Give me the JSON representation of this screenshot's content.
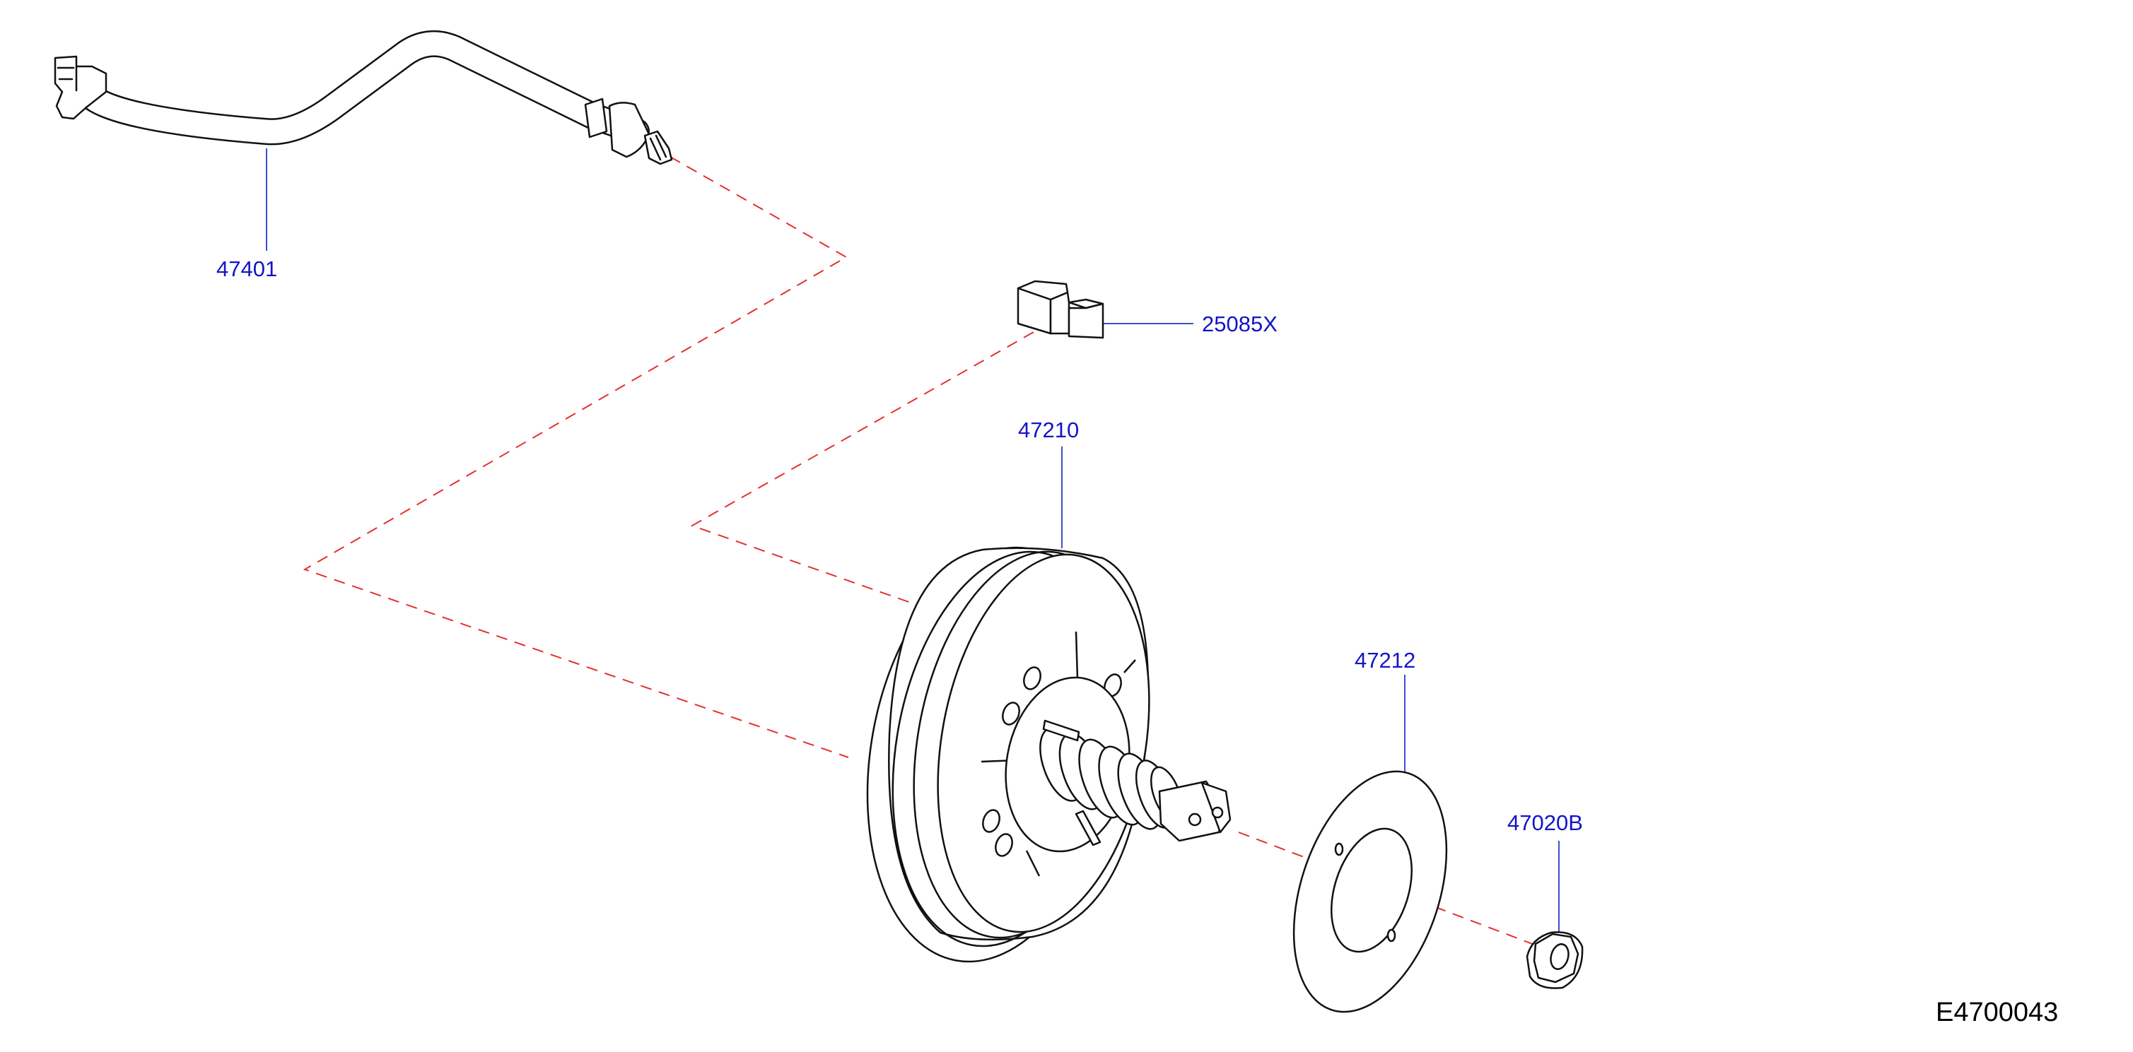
{
  "diagram": {
    "id_code": "E4700043",
    "colors": {
      "line": "#111111",
      "callout_text": "#1414c8",
      "leader": "#3c50d2",
      "dashed_path": "#e53030",
      "fill": "#ffffff",
      "id_text": "#000000"
    },
    "parts": [
      {
        "key": "brake-hose",
        "number": "47401"
      },
      {
        "key": "connector",
        "number": "25085X"
      },
      {
        "key": "brake-booster",
        "number": "47210"
      },
      {
        "key": "gasket",
        "number": "47212"
      },
      {
        "key": "nut",
        "number": "47020B"
      }
    ]
  }
}
